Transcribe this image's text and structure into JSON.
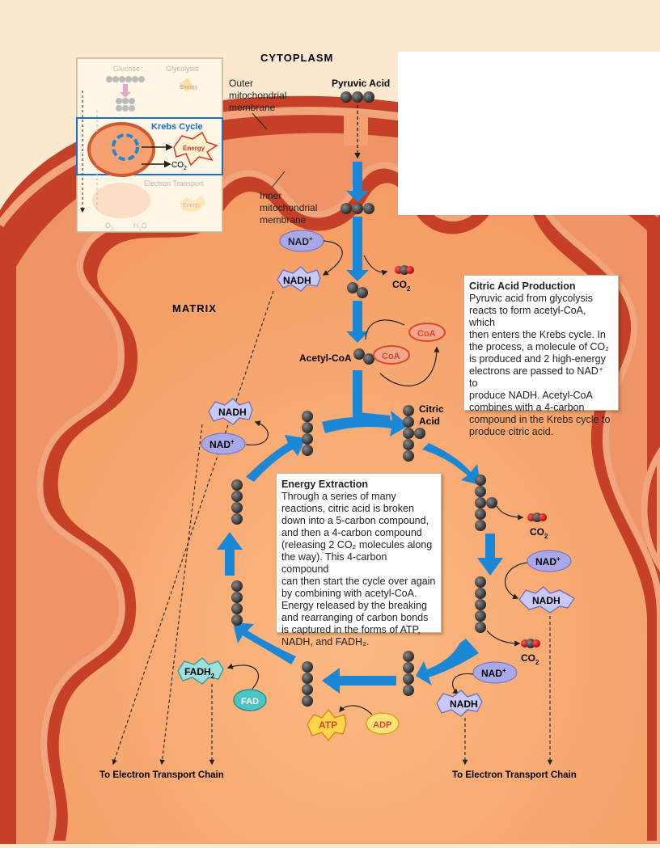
{
  "regions": {
    "cytoplasm": "CYTOPLASM",
    "matrix": "MATRIX",
    "outer_membrane": [
      "Outer",
      "mitochondrial",
      "membrane"
    ],
    "inner_membrane": [
      "Inner",
      "mitochondrial",
      "membrane"
    ]
  },
  "inset": {
    "glucose": "Glucose",
    "glycolysis": "Glycolysis",
    "krebs": "Krebs Cycle",
    "energy": "Energy",
    "co2": "CO",
    "co2_sub": "2",
    "electron_transport": "Electron Transport",
    "o2": "O",
    "o2_sub": "2",
    "h2o": "H",
    "h2o_sub": "2",
    "h2o_tail": "O"
  },
  "molecules": {
    "pyruvic_acid": "Pyruvic Acid",
    "acetyl_coa": "Acetyl-CoA",
    "citric_acid": [
      "Citric",
      "Acid"
    ],
    "coa": "CoA",
    "nad": "NAD",
    "nad_sup": "+",
    "nadh": "NADH",
    "fadh2": "FADH",
    "fadh2_sub": "2",
    "fad": "FAD",
    "atp": "ATP",
    "adp": "ADP",
    "co2": "CO",
    "co2_sub": "2"
  },
  "footer": {
    "etc_left": "To Electron Transport Chain",
    "etc_right": "To Electron Transport Chain"
  },
  "citric_box": {
    "title": "Citric Acid Production",
    "lines": [
      "Pyruvic acid from glycolysis",
      "reacts to form acetyl-CoA, which",
      "then enters the Krebs cycle. In",
      "the process, a molecule of CO₂",
      "is produced and 2 high-energy",
      "electrons are passed to NAD⁺ to",
      "produce NADH. Acetyl-CoA",
      "combines with a 4-carbon",
      "compound in the Krebs cycle to",
      "produce citric acid."
    ]
  },
  "energy_box": {
    "title": "Energy Extraction",
    "lines": [
      "Through a series of many",
      "reactions, citric acid is broken",
      "down into a 5-carbon compound,",
      "and then a 4-carbon compound",
      "(releasing 2 CO₂ molecules along",
      "the way). This 4-carbon compound",
      "can then start the cycle over again",
      "by combining with acetyl-CoA.",
      "Energy released by the breaking",
      "and rearranging of carbon bonds",
      "is captured in the forms of ATP,",
      "NADH, and FADH₂."
    ]
  },
  "colors": {
    "membrane_outer": "#c8432a",
    "membrane_light": "#f0a07a",
    "matrix": "#f6a66f",
    "intermembrane": "#f19a6d",
    "cytoplasm": "#fde9cf",
    "arrow_blue": "#1a88d6",
    "nad_purple": "#a9a9e8",
    "coa_orange": "#f06f4a",
    "fad_teal": "#4fc3c3",
    "atp_yellow": "#ffd64a"
  }
}
